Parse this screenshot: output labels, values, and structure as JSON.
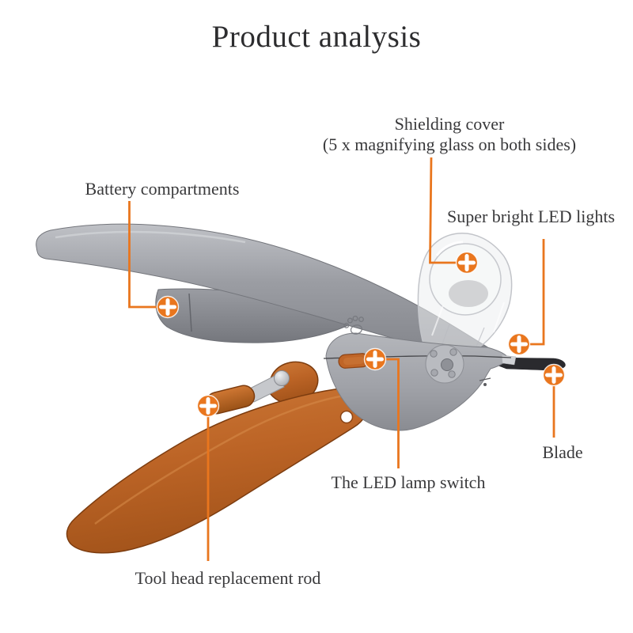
{
  "title": "Product analysis",
  "colors": {
    "accent": "#e9761e",
    "title_text": "#2d2d2f",
    "label_text": "#39393b",
    "body_gray": "#97999f",
    "handle_orange": "#bc6426",
    "blade_dark": "#2a2a2e"
  },
  "illustration": "pet-nail-clipper-with-led-magnifier",
  "callouts": {
    "shielding": {
      "line1": "Shielding cover",
      "line2": "(5 x magnifying glass on both sides)"
    },
    "battery": {
      "label": "Battery compartments"
    },
    "led_lights": {
      "label": "Super bright LED lights"
    },
    "blade": {
      "label": "Blade"
    },
    "led_switch": {
      "label": "The LED lamp switch"
    },
    "tool_rod": {
      "label": "Tool head replacement rod"
    }
  }
}
